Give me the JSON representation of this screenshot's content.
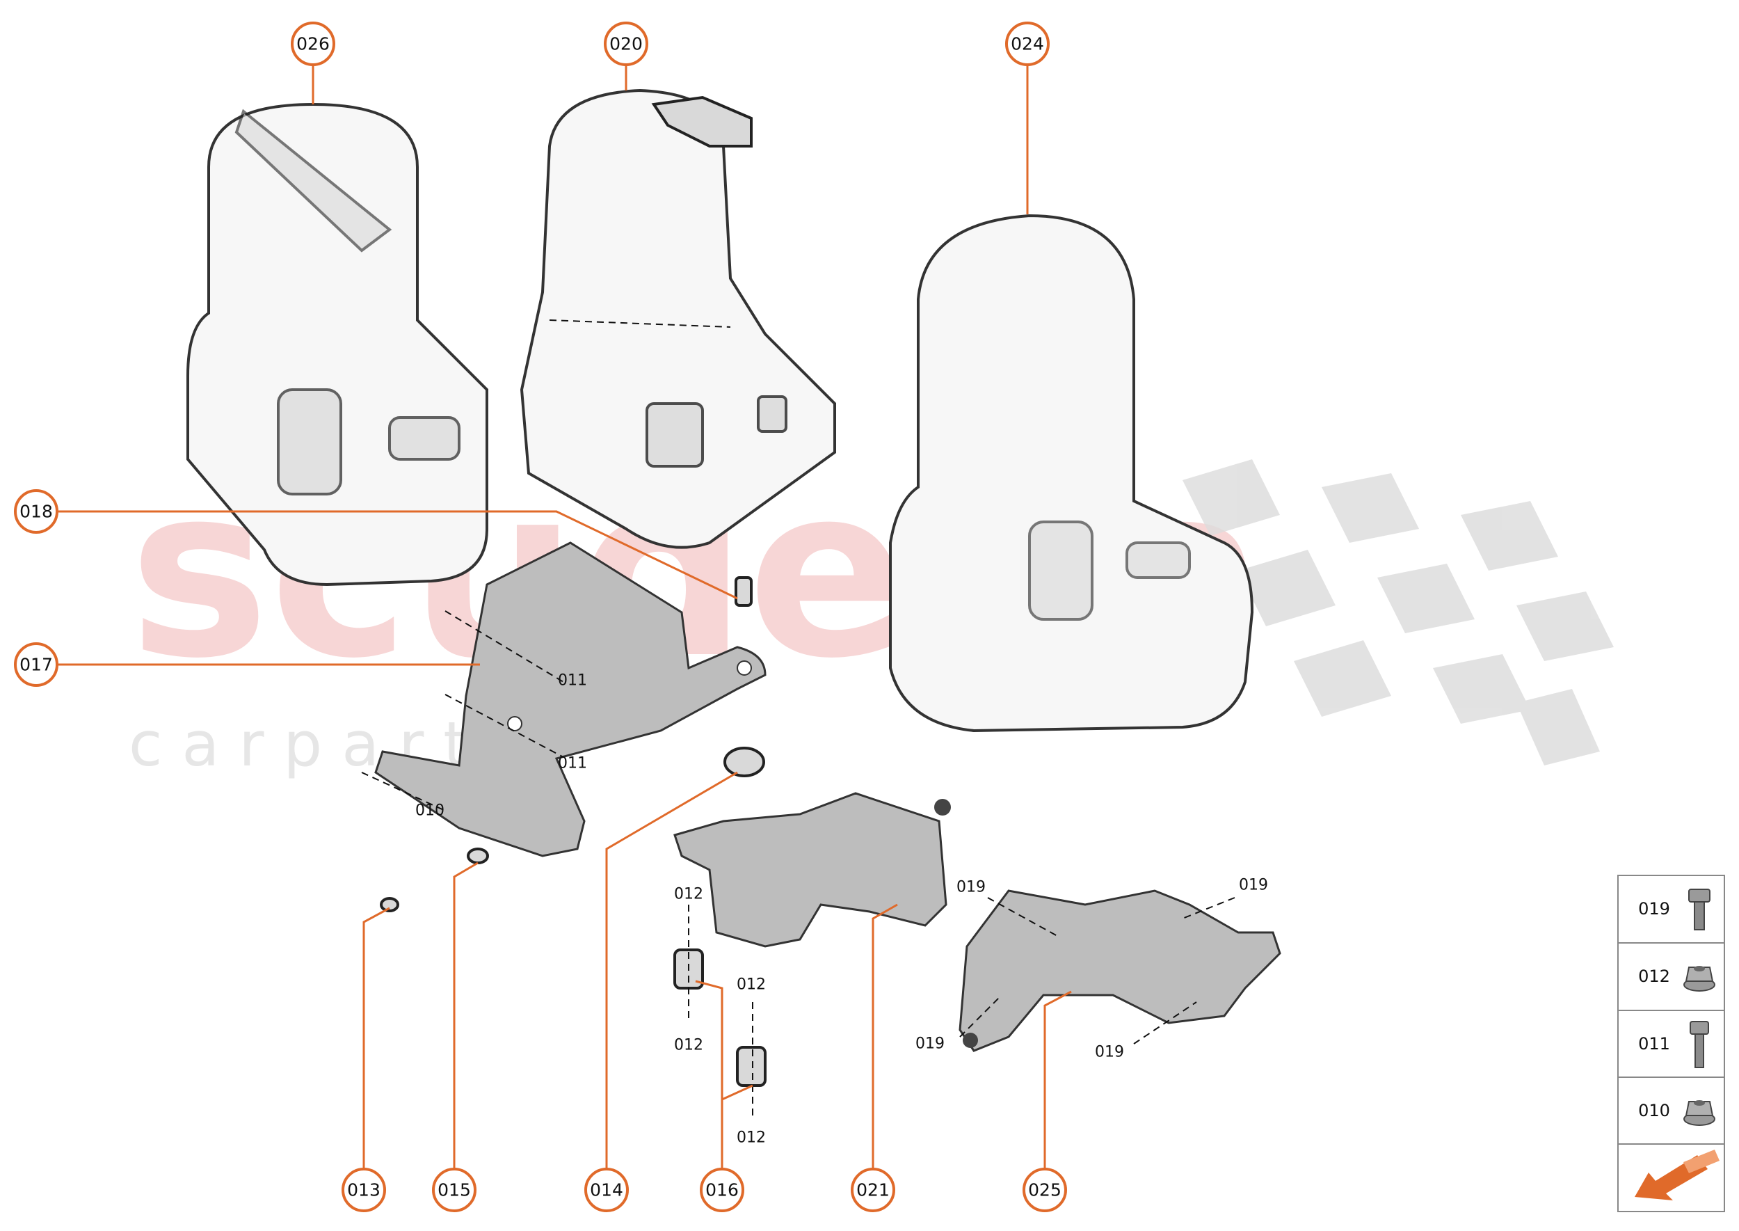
{
  "watermark": {
    "main": "scuderia",
    "sub": "c a r p a r t s"
  },
  "callouts": {
    "c026": "026",
    "c020": "020",
    "c024": "024",
    "c018": "018",
    "c017": "017",
    "c013": "013",
    "c015": "015",
    "c014": "014",
    "c016": "016",
    "c021": "021",
    "c025": "025"
  },
  "labels": {
    "l011a": "011",
    "l011b": "011",
    "l010": "010",
    "l012a": "012",
    "l012b": "012",
    "l012c": "012",
    "l012d": "012",
    "l019a": "019",
    "l019b": "019",
    "l019c": "019",
    "l019d": "019"
  },
  "legend": {
    "items": [
      {
        "code": "019",
        "icon": "flange-bolt-icon"
      },
      {
        "code": "012",
        "icon": "flange-nut-icon"
      },
      {
        "code": "011",
        "icon": "bolt-icon"
      },
      {
        "code": "010",
        "icon": "flange-nut-icon"
      }
    ],
    "arrow_icon": "direction-arrow-icon"
  },
  "colors": {
    "accent": "#e06a2a",
    "watermark_red": "#f5c9c9"
  }
}
